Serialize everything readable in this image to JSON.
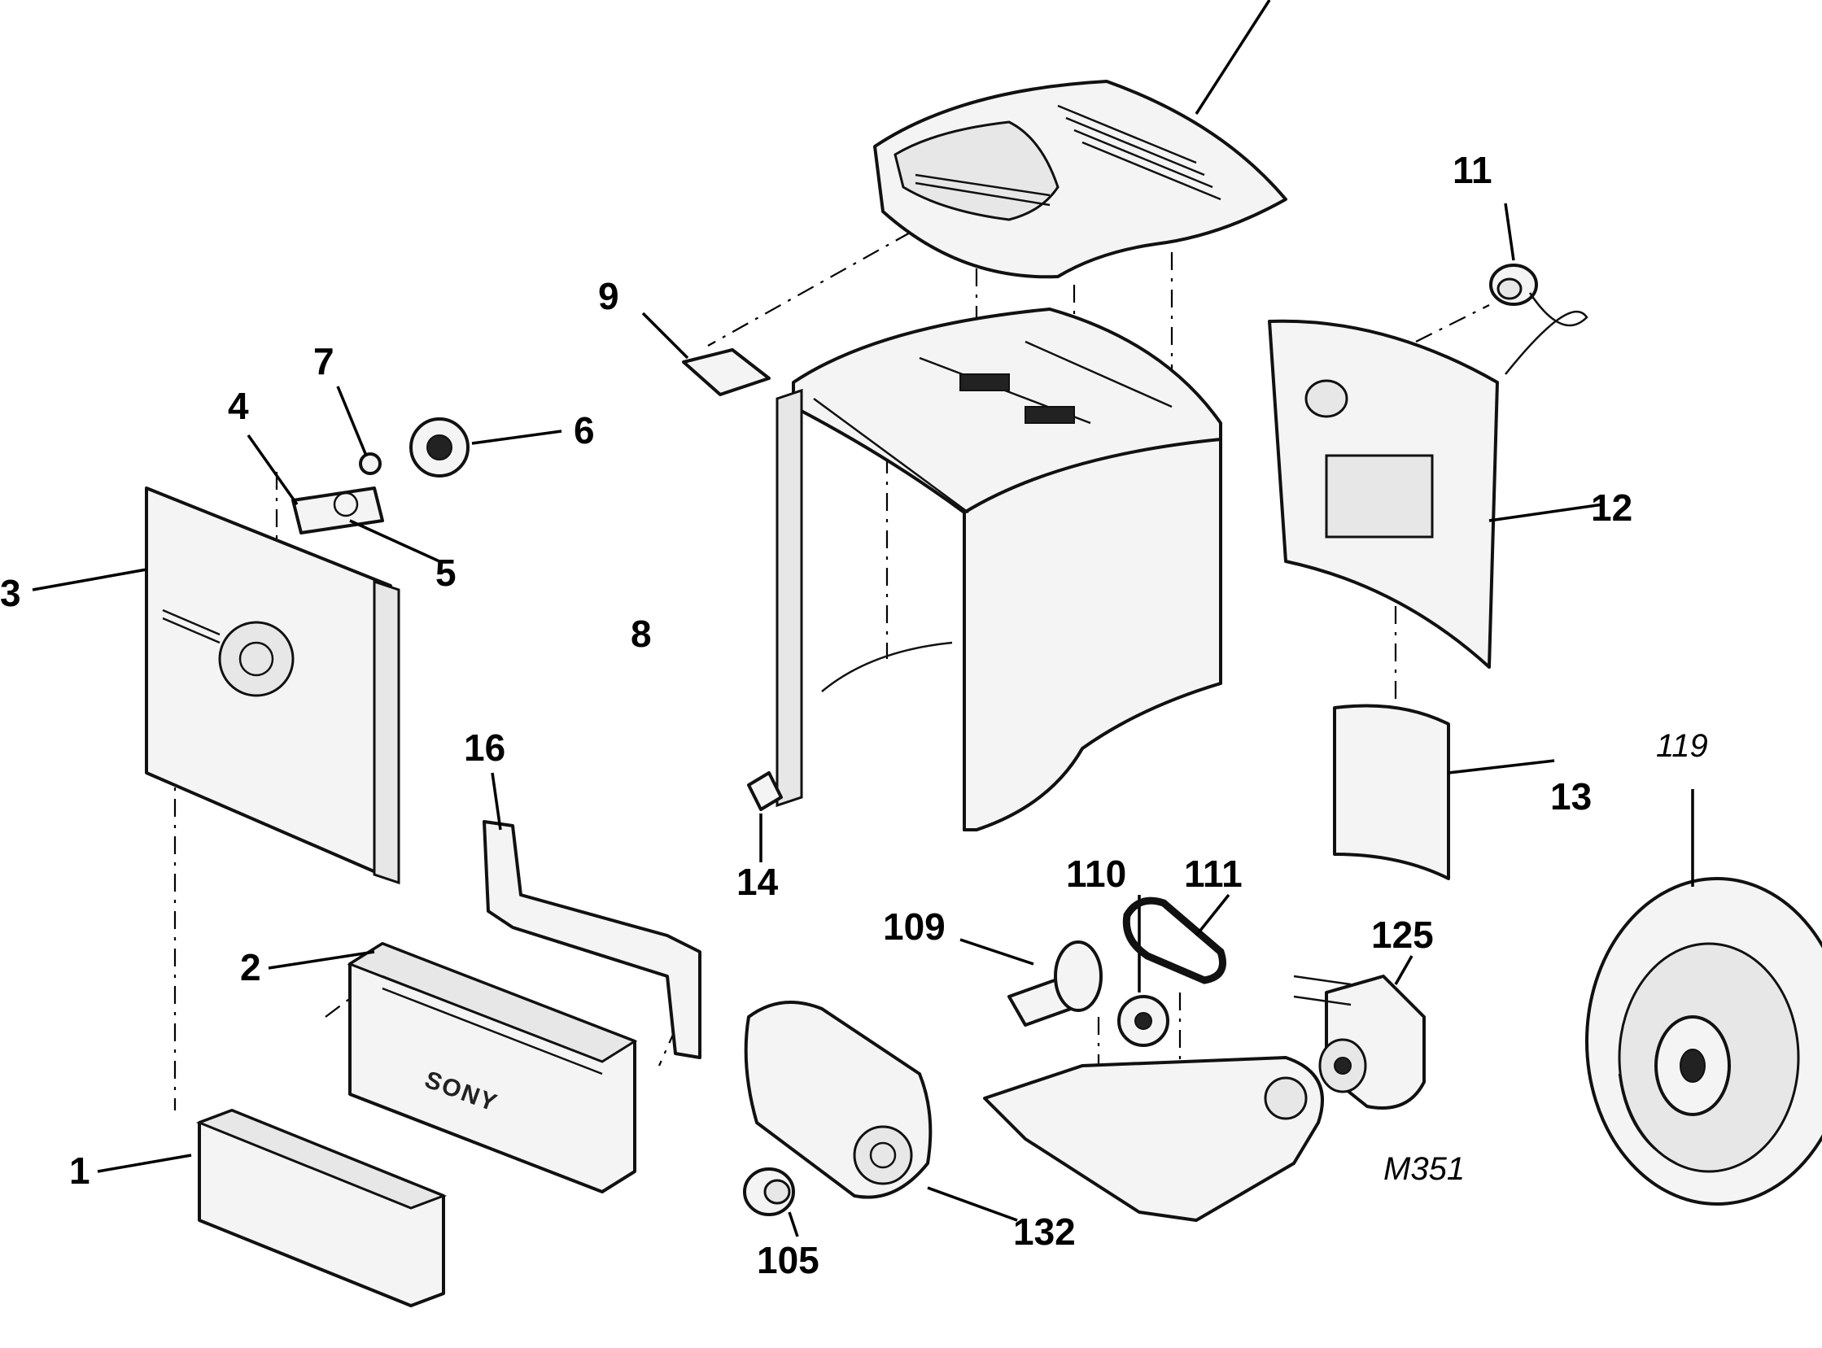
{
  "diagram": {
    "labels": [
      "1",
      "2",
      "3",
      "4",
      "5",
      "6",
      "7",
      "8",
      "9",
      "11",
      "12",
      "13",
      "14",
      "16",
      "105",
      "109",
      "110",
      "111",
      "119",
      "125",
      "132",
      "M351"
    ],
    "brand_mark": "SONY"
  },
  "icons": {
    "top_cover": "top-cover-icon",
    "cabinet": "cabinet-icon",
    "panel": "panel-icon",
    "speaker": "speaker-icon"
  }
}
